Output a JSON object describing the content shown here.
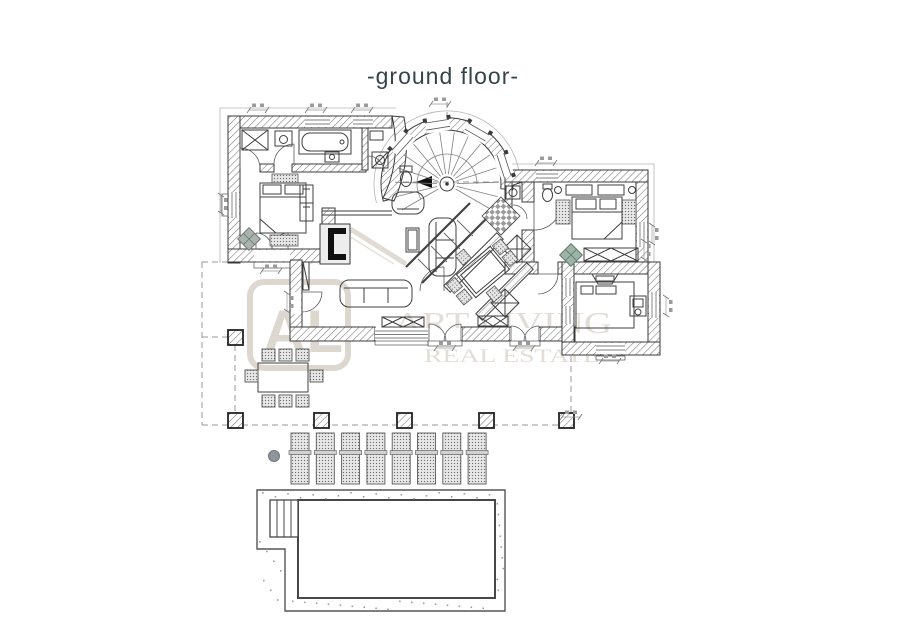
{
  "title": "-ground floor-",
  "watermark": {
    "monogram": "AL",
    "line1": "ART LIVING",
    "line2": "REAL ESTATE"
  },
  "colors": {
    "line": "#3a3a3a",
    "hatch": "#767676",
    "dash": "#9a9a9a",
    "title": "#344449",
    "watermark": "#dcd8d0",
    "watermark_text": "#e2ded7",
    "plant_accent": "#9db4a7",
    "pool_line": "#474747"
  },
  "counts": {
    "sun_loungers": 8,
    "terrace_dining_chairs": 8,
    "terrace_pillars": 6,
    "indoor_dining_chairs": 6,
    "tower_windows": 4,
    "pool_steps": 4
  },
  "pool": {
    "shape": "rectangular",
    "has_corner_steps": true
  }
}
